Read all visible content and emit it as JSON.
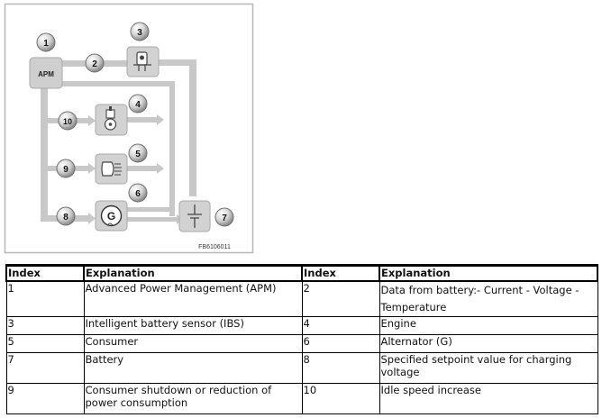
{
  "diagram": {
    "figure_code": "FB6106011",
    "apm_label": "APM",
    "callouts": [
      "1",
      "2",
      "3",
      "4",
      "5",
      "6",
      "7",
      "8",
      "9",
      "10"
    ],
    "icons": {
      "apm": "apm-box",
      "ibs": "battery-sensor-icon",
      "engine": "engine-icon",
      "consumer": "headlight-icon",
      "alternator": "alternator-icon",
      "battery": "battery-icon"
    }
  },
  "table": {
    "headers": [
      "Index",
      "Explanation",
      "Index",
      "Explanation"
    ],
    "rows": [
      [
        "1",
        "Advanced Power Management (APM)",
        "2",
        "Data from battery:- Current - Voltage -\nTemperature"
      ],
      [
        "3",
        "Intelligent battery sensor (IBS)",
        "4",
        "Engine"
      ],
      [
        "5",
        "Consumer",
        "6",
        "Alternator (G)"
      ],
      [
        "7",
        "Battery",
        "8",
        "Specified setpoint value for charging voltage"
      ],
      [
        "9",
        "Consumer shutdown or reduction of power consumption",
        "10",
        "Idle speed increase"
      ]
    ]
  }
}
